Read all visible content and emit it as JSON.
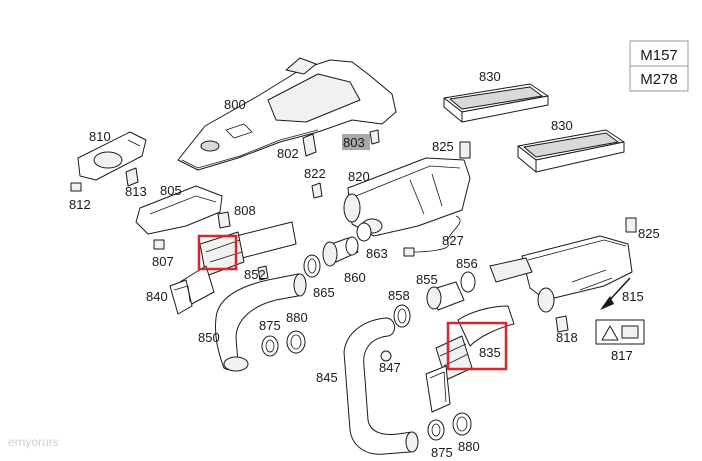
{
  "variant_box": {
    "row1": "M157",
    "row2": "M278"
  },
  "labels": {
    "p800": "800",
    "p802": "802",
    "p803": "803",
    "p805": "805",
    "p807": "807",
    "p808": "808",
    "p810": "810",
    "p812": "812",
    "p813": "813",
    "p815": "815",
    "p817": "817",
    "p818": "818",
    "p820": "820",
    "p822": "822",
    "p825a": "825",
    "p825b": "825",
    "p827": "827",
    "p830a": "830",
    "p830b": "830",
    "p835": "835",
    "p840": "840",
    "p845": "845",
    "p847": "847",
    "p850": "850",
    "p852": "852",
    "p855": "855",
    "p856": "856",
    "p858": "858",
    "p860": "860",
    "p863": "863",
    "p865": "865",
    "p875a": "875",
    "p875b": "875",
    "p880a": "880",
    "p880b": "880"
  },
  "highlight_color": "#d8262e",
  "watermark": "ernyorurs"
}
